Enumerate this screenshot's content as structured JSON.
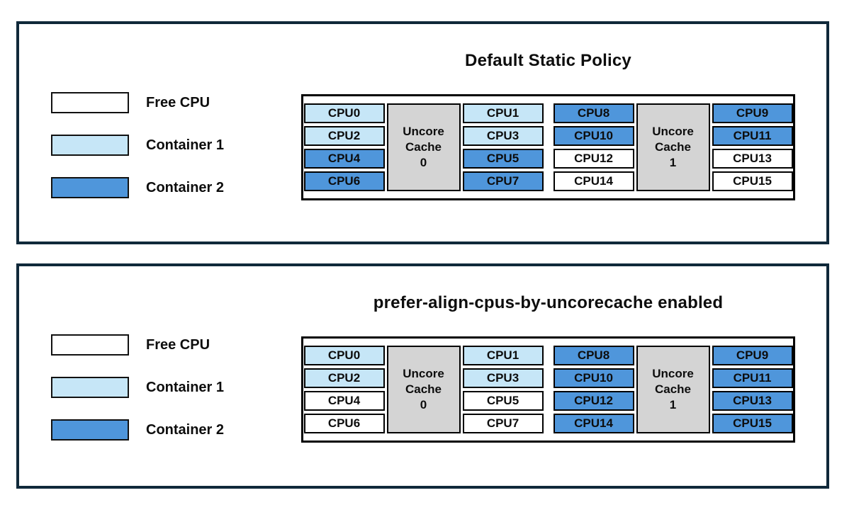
{
  "colors": {
    "free": "#ffffff",
    "container1": "#c6e6f7",
    "container2": "#4f96db",
    "cache": "#d4d4d4",
    "panel_border": "#10293a"
  },
  "legend": {
    "items": [
      {
        "label": "Free CPU",
        "fill": "free"
      },
      {
        "label": "Container 1",
        "fill": "container1"
      },
      {
        "label": "Container 2",
        "fill": "container2"
      }
    ]
  },
  "panels": [
    {
      "title": "Default Static Policy",
      "clusters": [
        {
          "cache_lines": [
            "Uncore",
            "Cache",
            "0"
          ],
          "left": [
            {
              "label": "CPU0",
              "fill": "container1"
            },
            {
              "label": "CPU2",
              "fill": "container1"
            },
            {
              "label": "CPU4",
              "fill": "container2"
            },
            {
              "label": "CPU6",
              "fill": "container2"
            }
          ],
          "right": [
            {
              "label": "CPU1",
              "fill": "container1"
            },
            {
              "label": "CPU3",
              "fill": "container1"
            },
            {
              "label": "CPU5",
              "fill": "container2"
            },
            {
              "label": "CPU7",
              "fill": "container2"
            }
          ]
        },
        {
          "cache_lines": [
            "Uncore",
            "Cache",
            "1"
          ],
          "left": [
            {
              "label": "CPU8",
              "fill": "container2"
            },
            {
              "label": "CPU10",
              "fill": "container2"
            },
            {
              "label": "CPU12",
              "fill": "free"
            },
            {
              "label": "CPU14",
              "fill": "free"
            }
          ],
          "right": [
            {
              "label": "CPU9",
              "fill": "container2"
            },
            {
              "label": "CPU11",
              "fill": "container2"
            },
            {
              "label": "CPU13",
              "fill": "free"
            },
            {
              "label": "CPU15",
              "fill": "free"
            }
          ]
        }
      ]
    },
    {
      "title": "prefer-align-cpus-by-uncorecache enabled",
      "clusters": [
        {
          "cache_lines": [
            "Uncore",
            "Cache",
            "0"
          ],
          "left": [
            {
              "label": "CPU0",
              "fill": "container1"
            },
            {
              "label": "CPU2",
              "fill": "container1"
            },
            {
              "label": "CPU4",
              "fill": "free"
            },
            {
              "label": "CPU6",
              "fill": "free"
            }
          ],
          "right": [
            {
              "label": "CPU1",
              "fill": "container1"
            },
            {
              "label": "CPU3",
              "fill": "container1"
            },
            {
              "label": "CPU5",
              "fill": "free"
            },
            {
              "label": "CPU7",
              "fill": "free"
            }
          ]
        },
        {
          "cache_lines": [
            "Uncore",
            "Cache",
            "1"
          ],
          "left": [
            {
              "label": "CPU8",
              "fill": "container2"
            },
            {
              "label": "CPU10",
              "fill": "container2"
            },
            {
              "label": "CPU12",
              "fill": "container2"
            },
            {
              "label": "CPU14",
              "fill": "container2"
            }
          ],
          "right": [
            {
              "label": "CPU9",
              "fill": "container2"
            },
            {
              "label": "CPU11",
              "fill": "container2"
            },
            {
              "label": "CPU13",
              "fill": "container2"
            },
            {
              "label": "CPU15",
              "fill": "container2"
            }
          ]
        }
      ]
    }
  ]
}
